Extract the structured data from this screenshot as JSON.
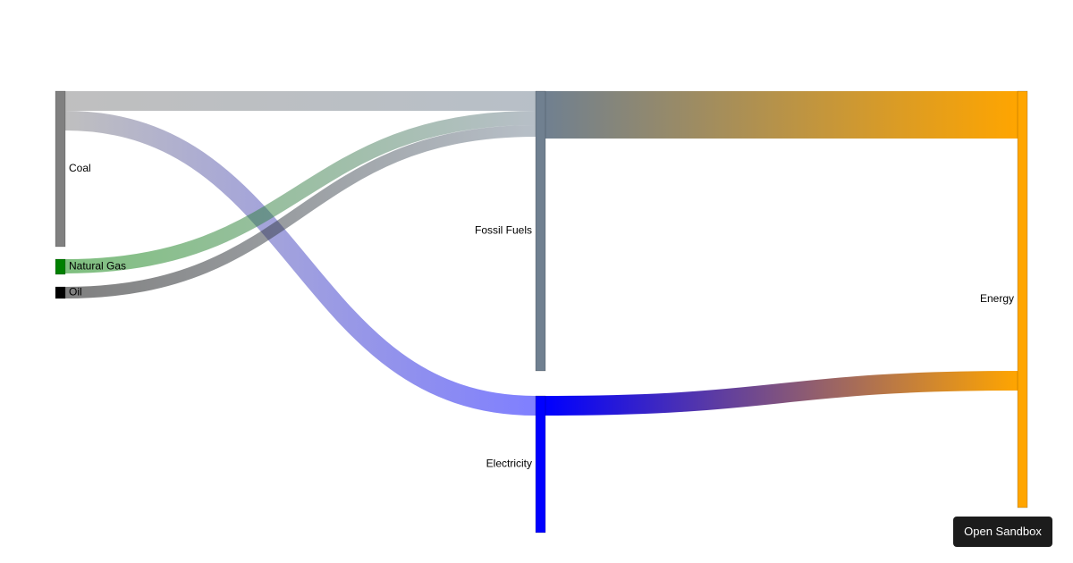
{
  "chart_data": {
    "type": "sankey",
    "nodes": [
      {
        "id": "Coal",
        "label": "Coal",
        "color": "#808080",
        "column": 0
      },
      {
        "id": "Natural Gas",
        "label": "Natural Gas",
        "color": "#008000",
        "column": 0
      },
      {
        "id": "Oil",
        "label": "Oil",
        "color": "#000000",
        "column": 0
      },
      {
        "id": "Fossil Fuels",
        "label": "Fossil Fuels",
        "color": "#708090",
        "column": 1
      },
      {
        "id": "Electricity",
        "label": "Electricity",
        "color": "#0000ff",
        "column": 1
      },
      {
        "id": "Energy",
        "label": "Energy",
        "color": "#ffa500",
        "column": 2
      }
    ],
    "links": [
      {
        "source": "Coal",
        "target": "Fossil Fuels",
        "value": 25
      },
      {
        "source": "Coal",
        "target": "Electricity",
        "value": 25
      },
      {
        "source": "Natural Gas",
        "target": "Fossil Fuels",
        "value": 20
      },
      {
        "source": "Oil",
        "target": "Fossil Fuels",
        "value": 15
      },
      {
        "source": "Fossil Fuels",
        "target": "Energy",
        "value": 60
      },
      {
        "source": "Electricity",
        "target": "Energy",
        "value": 25
      }
    ]
  },
  "sandbox_button": {
    "label": "Open Sandbox"
  }
}
